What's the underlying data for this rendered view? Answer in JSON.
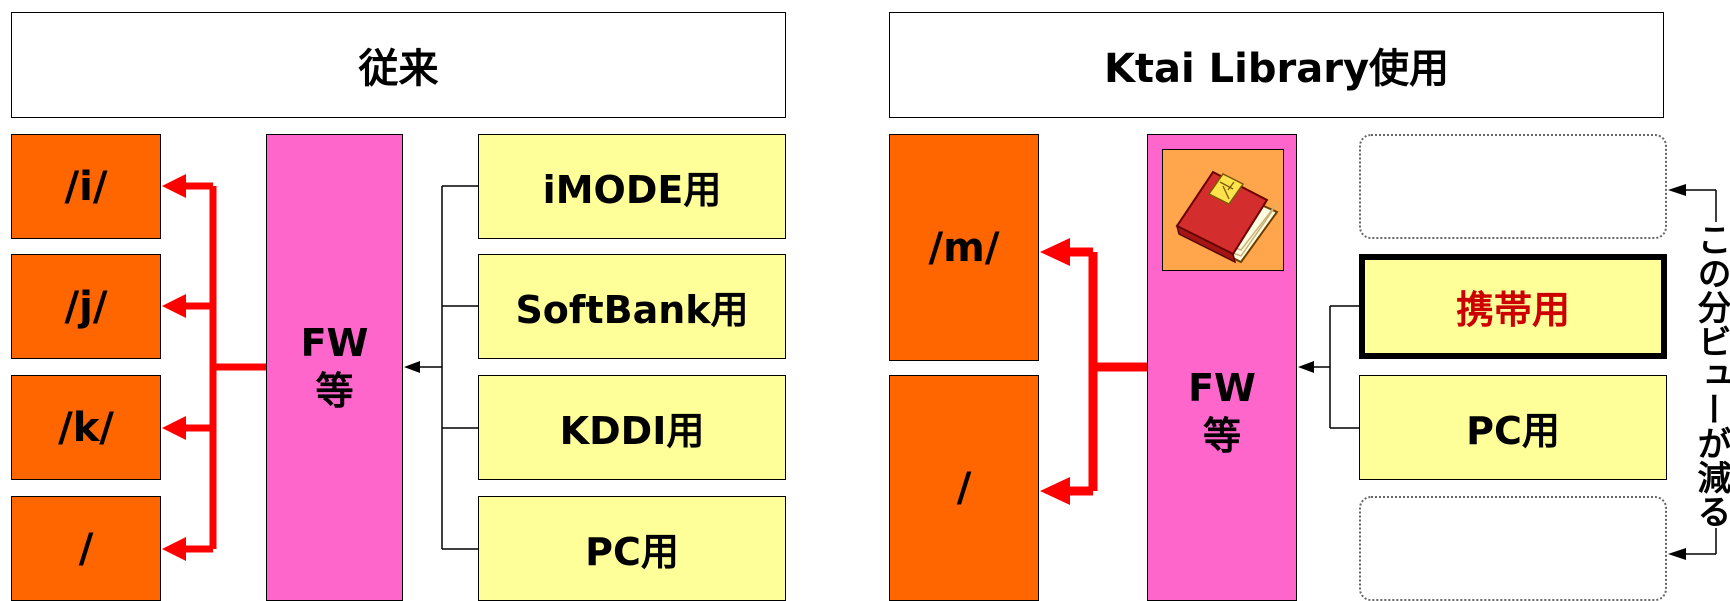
{
  "colors": {
    "orange": "#ff6600",
    "pink": "#ff66cc",
    "yellow": "#ffff99",
    "arrow_red": "#ff0000",
    "highlight_text": "#cc0000"
  },
  "left": {
    "title": "従来",
    "destinations": [
      "/i/",
      "/j/",
      "/k/",
      "/"
    ],
    "fw_line1": "FW",
    "fw_line2": "等",
    "views": [
      "iMODE用",
      "SoftBank用",
      "KDDI用",
      "PC用"
    ]
  },
  "right": {
    "title": "Ktai Library使用",
    "destinations": [
      "/m/",
      "/"
    ],
    "fw_line1": "FW",
    "fw_line2": "等",
    "library_icon": "book-icon",
    "views": [
      "携帯用",
      "PC用"
    ],
    "side_note": "この分ビューが減る"
  }
}
